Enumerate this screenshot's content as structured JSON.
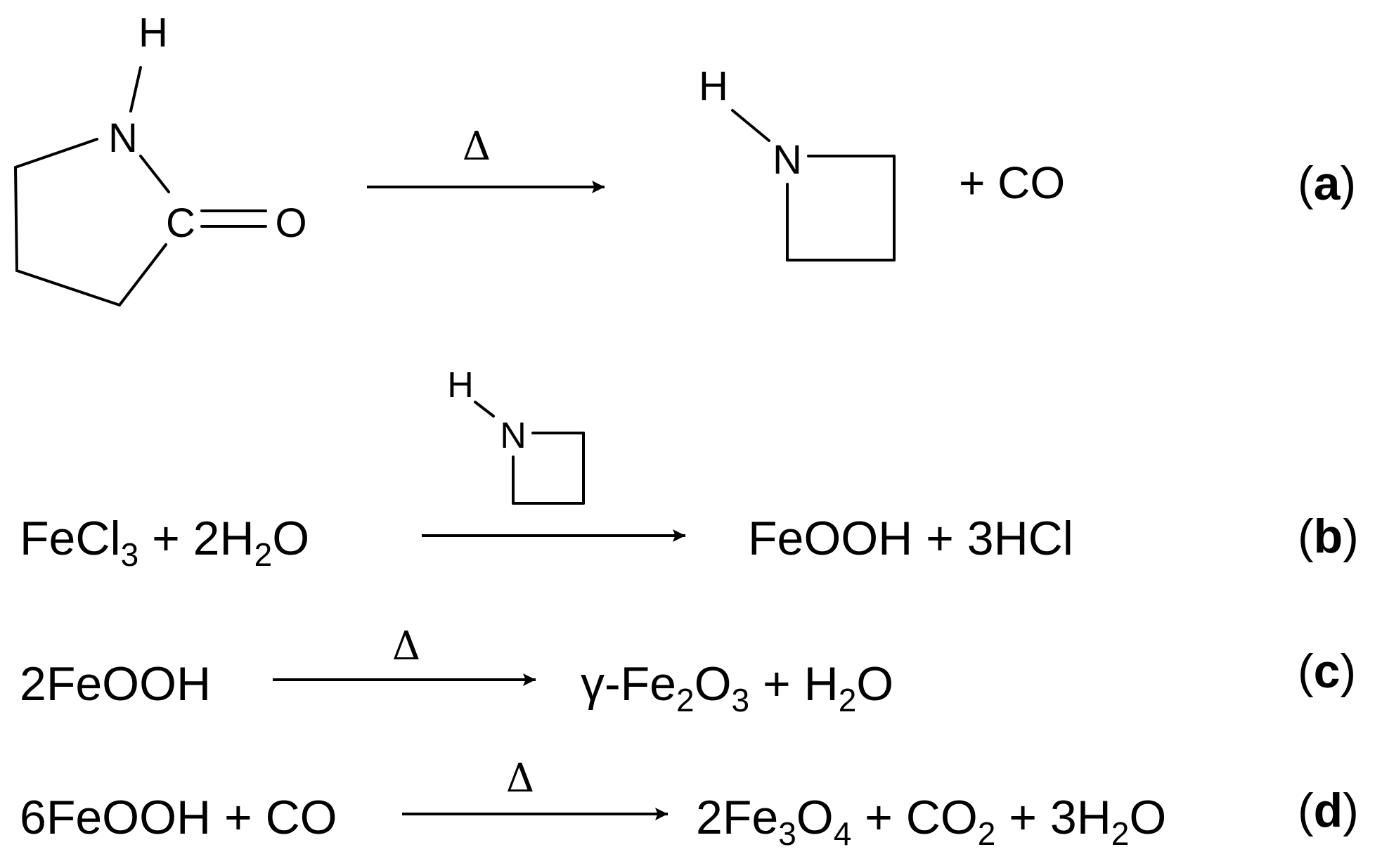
{
  "reaction_a": {
    "reactant_atoms": {
      "h": "H",
      "n": "N",
      "c": "C",
      "o": "O"
    },
    "condition": "Δ",
    "product_atoms": {
      "h": "H",
      "n": "N"
    },
    "byproduct": "+ CO",
    "label_open": "(",
    "label_letter": "a",
    "label_close": ")"
  },
  "reaction_b": {
    "reactant_1": "FeCl",
    "reactant_1_sub": "3",
    "reactant_2_pre": "+ 2H",
    "reactant_2_sub": "2",
    "reactant_2_post": "O",
    "catalyst_atoms": {
      "h": "H",
      "n": "N"
    },
    "product": "FeOOH + 3HCl",
    "label_open": "(",
    "label_letter": "b",
    "label_close": ")"
  },
  "reaction_c": {
    "reactant": "2FeOOH",
    "condition": "Δ",
    "product_pre": "γ-Fe",
    "product_sub1": "2",
    "product_mid": "O",
    "product_sub2": "3",
    "product_plus": " + H",
    "product_sub3": "2",
    "product_post": "O",
    "label_open": "(",
    "label_letter": "c",
    "label_close": ")"
  },
  "reaction_d": {
    "reactant": "6FeOOH + CO",
    "condition": "Δ",
    "product_pre": "2Fe",
    "product_sub1": "3",
    "product_mid": "O",
    "product_sub2": "4",
    "product_plus": " + CO",
    "product_sub3": "2",
    "product_plus2": " + 3H",
    "product_sub4": "2",
    "product_post": "O",
    "label_open": "(",
    "label_letter": "d",
    "label_close": ")"
  }
}
